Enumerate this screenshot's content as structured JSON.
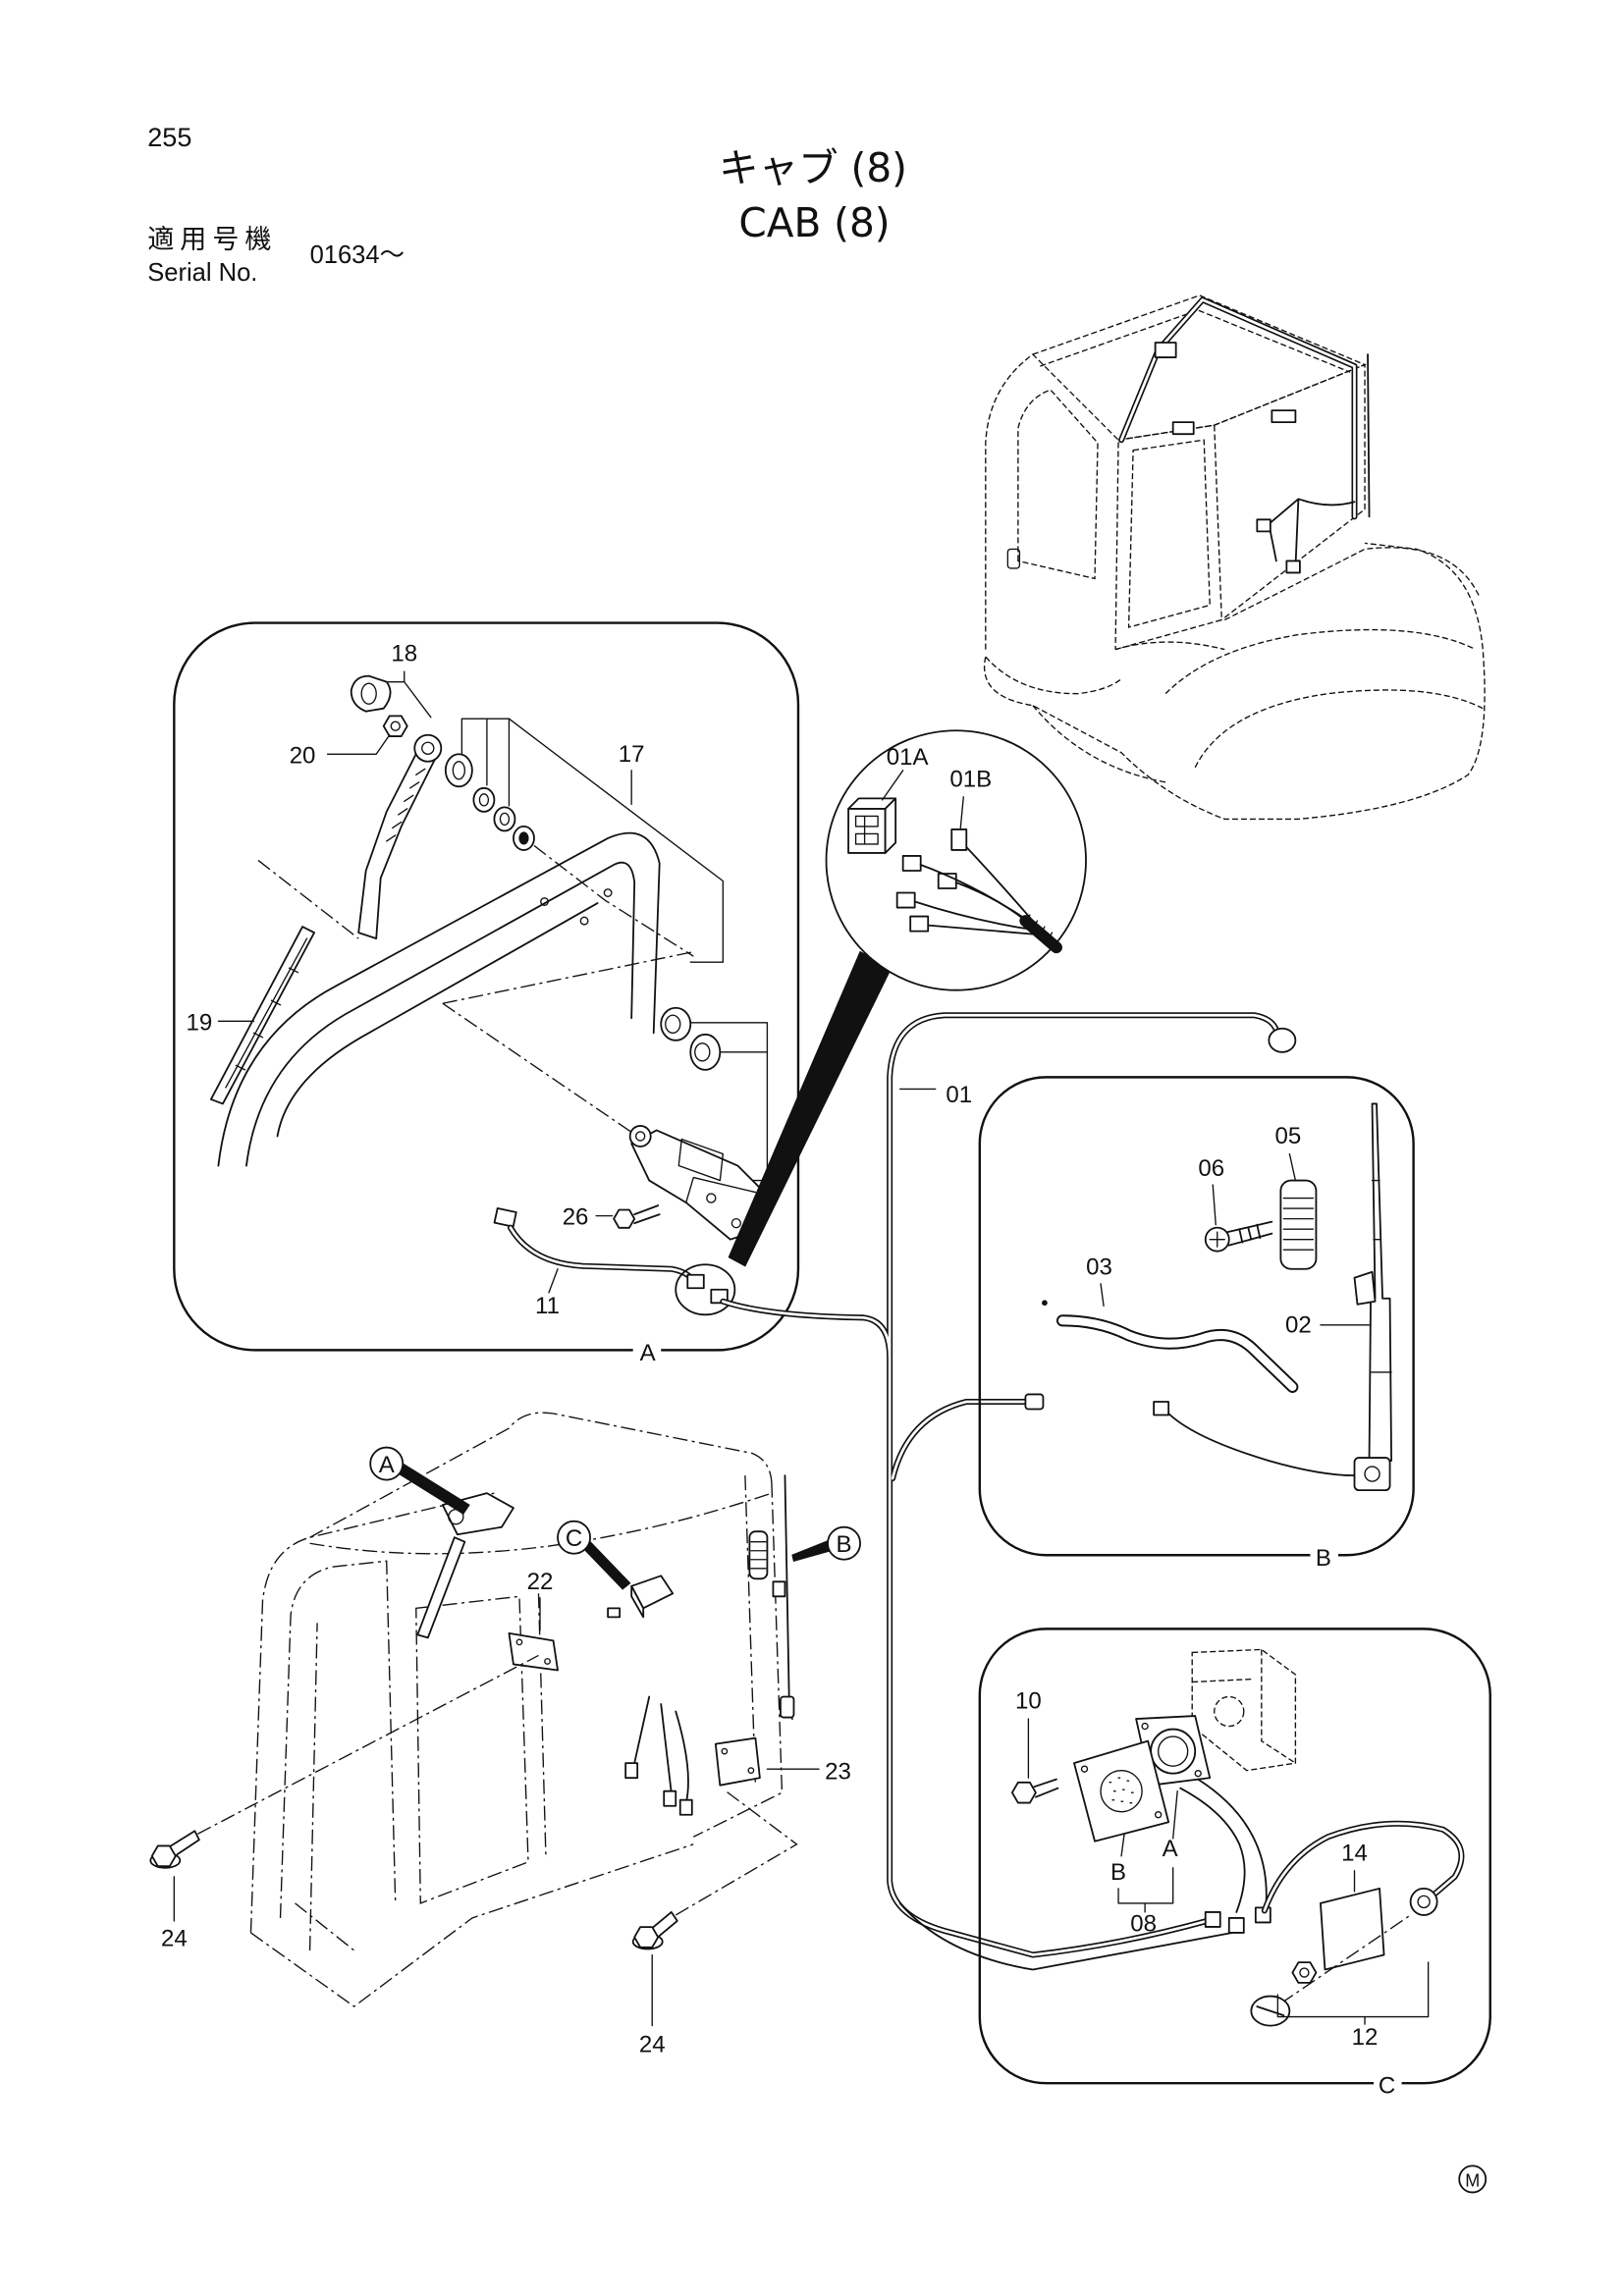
{
  "header": {
    "page_number": "255",
    "title_jp": "キャブ (8)",
    "title_en": "CAB (8)",
    "serial_label_jp": "適用号機",
    "serial_label_en": "Serial No.",
    "serial_value": "01634～"
  },
  "detail_a": {
    "frame_label": "A",
    "callouts": [
      "18",
      "17",
      "20",
      "19",
      "26",
      "11"
    ]
  },
  "detail_connector": {
    "callouts": [
      "01A",
      "01B"
    ]
  },
  "harness": {
    "callout": "01"
  },
  "detail_b": {
    "frame_label": "B",
    "callouts": [
      "05",
      "06",
      "03",
      "02"
    ]
  },
  "detail_c": {
    "frame_label": "C",
    "callouts": [
      "10",
      "14",
      "A",
      "B",
      "08",
      "12"
    ]
  },
  "cab_view": {
    "detail_refs": [
      "A",
      "C",
      "B"
    ],
    "callouts": [
      "22",
      "23",
      "24",
      "24"
    ]
  },
  "footer": {
    "mark": "M"
  }
}
